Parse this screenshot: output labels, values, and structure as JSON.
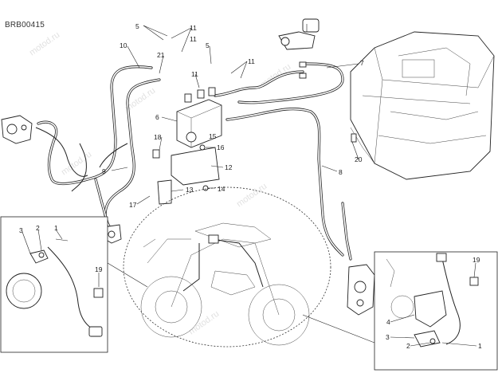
{
  "drawing_code": "BRB00415",
  "watermark": "motod.ru",
  "callouts": {
    "c1": "1",
    "c2": "2",
    "c3": "3",
    "c4": "4",
    "c5": "5",
    "c6": "6",
    "c7": "7",
    "c8": "8",
    "c9": "9",
    "c10": "10",
    "c11": "11",
    "c12": "12",
    "c13": "13",
    "c14": "14",
    "c15": "15",
    "c16": "16",
    "c17": "17",
    "c18": "18",
    "c19": "19",
    "c20": "20",
    "c21": "21"
  }
}
